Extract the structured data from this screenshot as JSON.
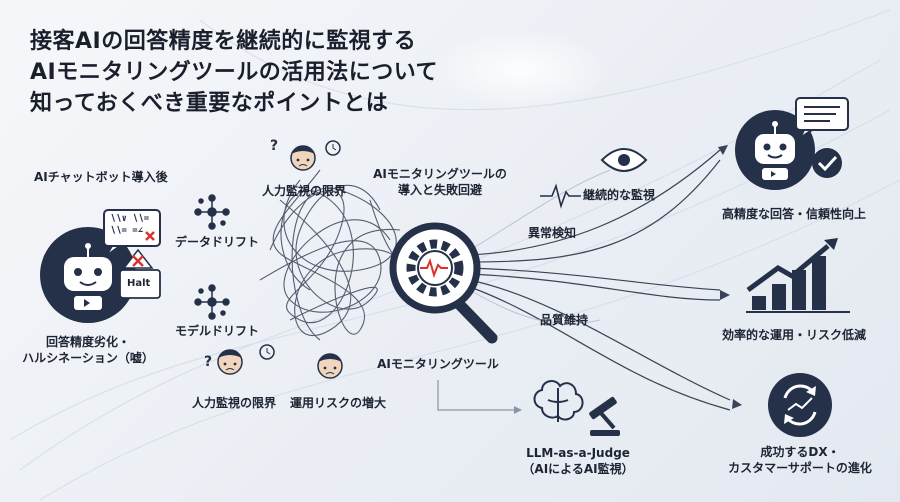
{
  "title": {
    "line1": "接客AIの回答精度を継続的に監視する",
    "line2": "AIモニタリングツールの活用法について",
    "line3": "知っておくべき重要なポイントとは"
  },
  "left": {
    "header": "AIチャットボット導入後",
    "bubble_code": "∖∖∨ ∖∖=",
    "bubble_code2": "∖∖= =∠",
    "halt": "Halt",
    "caption_line1": "回答精度劣化・",
    "caption_line2": "ハルシネーション（嘘）"
  },
  "issues": {
    "human_limit_top": "人力監視の限界",
    "data_drift": "データドリフト",
    "model_drift": "モデルドリフト",
    "human_limit_bottom": "人力監視の限界",
    "ops_risk": "運用リスクの増大"
  },
  "center": {
    "heading_line1": "AIモニタリングツールの",
    "heading_line2": "導入と失敗回避",
    "tool_label": "AIモニタリングツール",
    "anomaly": "異常検知",
    "continuous": "継続的な監視",
    "quality": "品質維持",
    "judge_line1": "LLM-as-a-Judge",
    "judge_line2": "（AIによるAI監視）"
  },
  "outcomes": {
    "accuracy": "高精度な回答・信頼性向上",
    "efficiency": "効率的な運用・リスク低減",
    "dx_line1": "成功するDX・",
    "dx_line2": "カスタマーサポートの進化"
  },
  "colors": {
    "navy": "#243148",
    "red": "#d9342b",
    "line": "#3a4358"
  }
}
